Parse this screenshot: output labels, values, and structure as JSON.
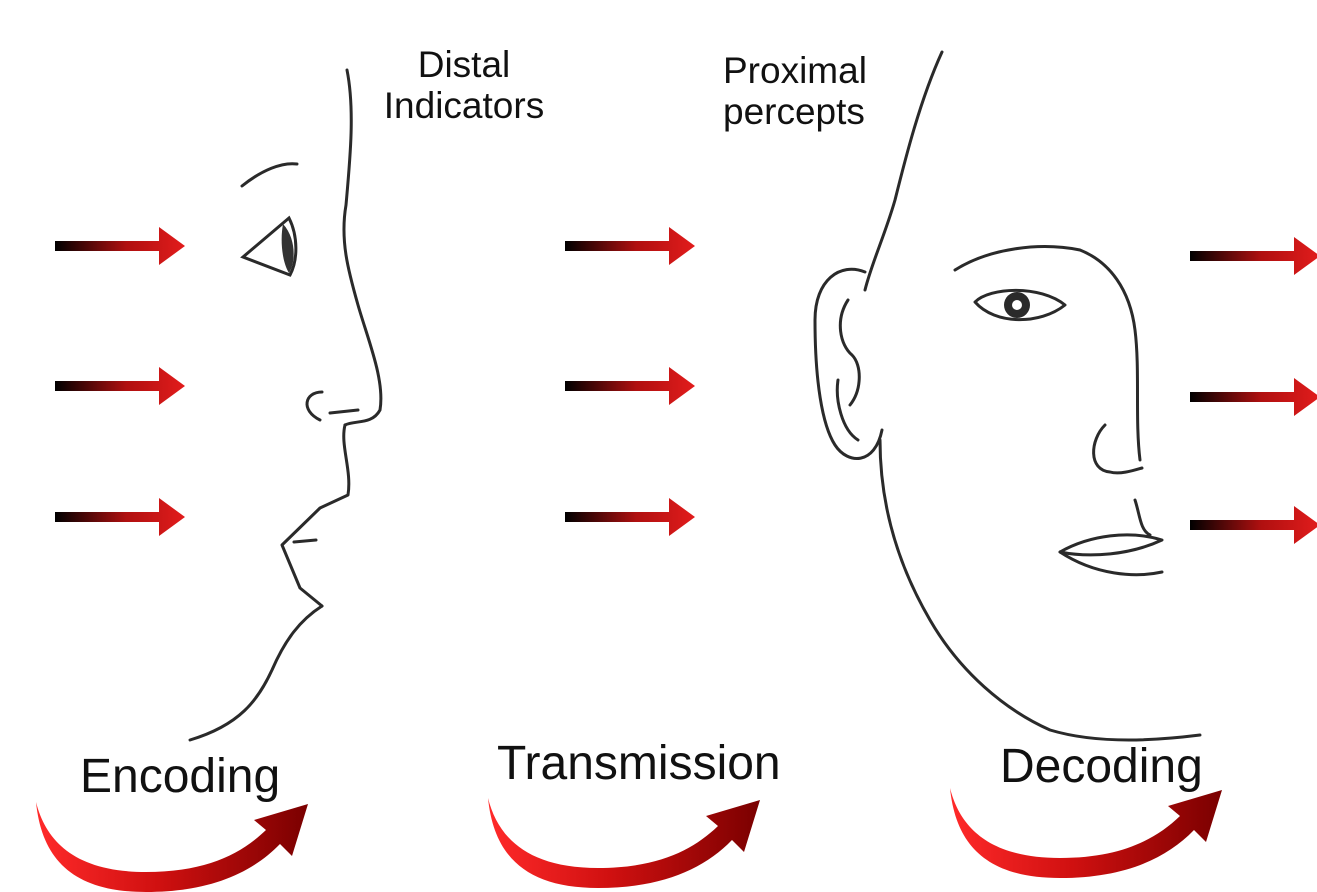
{
  "labels": {
    "distal": "Distal Indicators",
    "proximal": "Proximal percepts",
    "encoding": "Encoding",
    "transmission": "Transmission",
    "decoding": "Decoding"
  },
  "colors": {
    "arrow_start": "#000000",
    "arrow_end": "#e21c1c",
    "curved_arrow_light": "#ff2a2a",
    "curved_arrow_dark": "#8a0000",
    "sketch_line": "#2a2a2a"
  },
  "icons": {
    "straight_arrow": "gradient-arrow-right-icon",
    "curved_arrow": "curved-arrow-icon",
    "speaker": "face-profile-drawing",
    "listener": "face-three-quarter-drawing"
  }
}
